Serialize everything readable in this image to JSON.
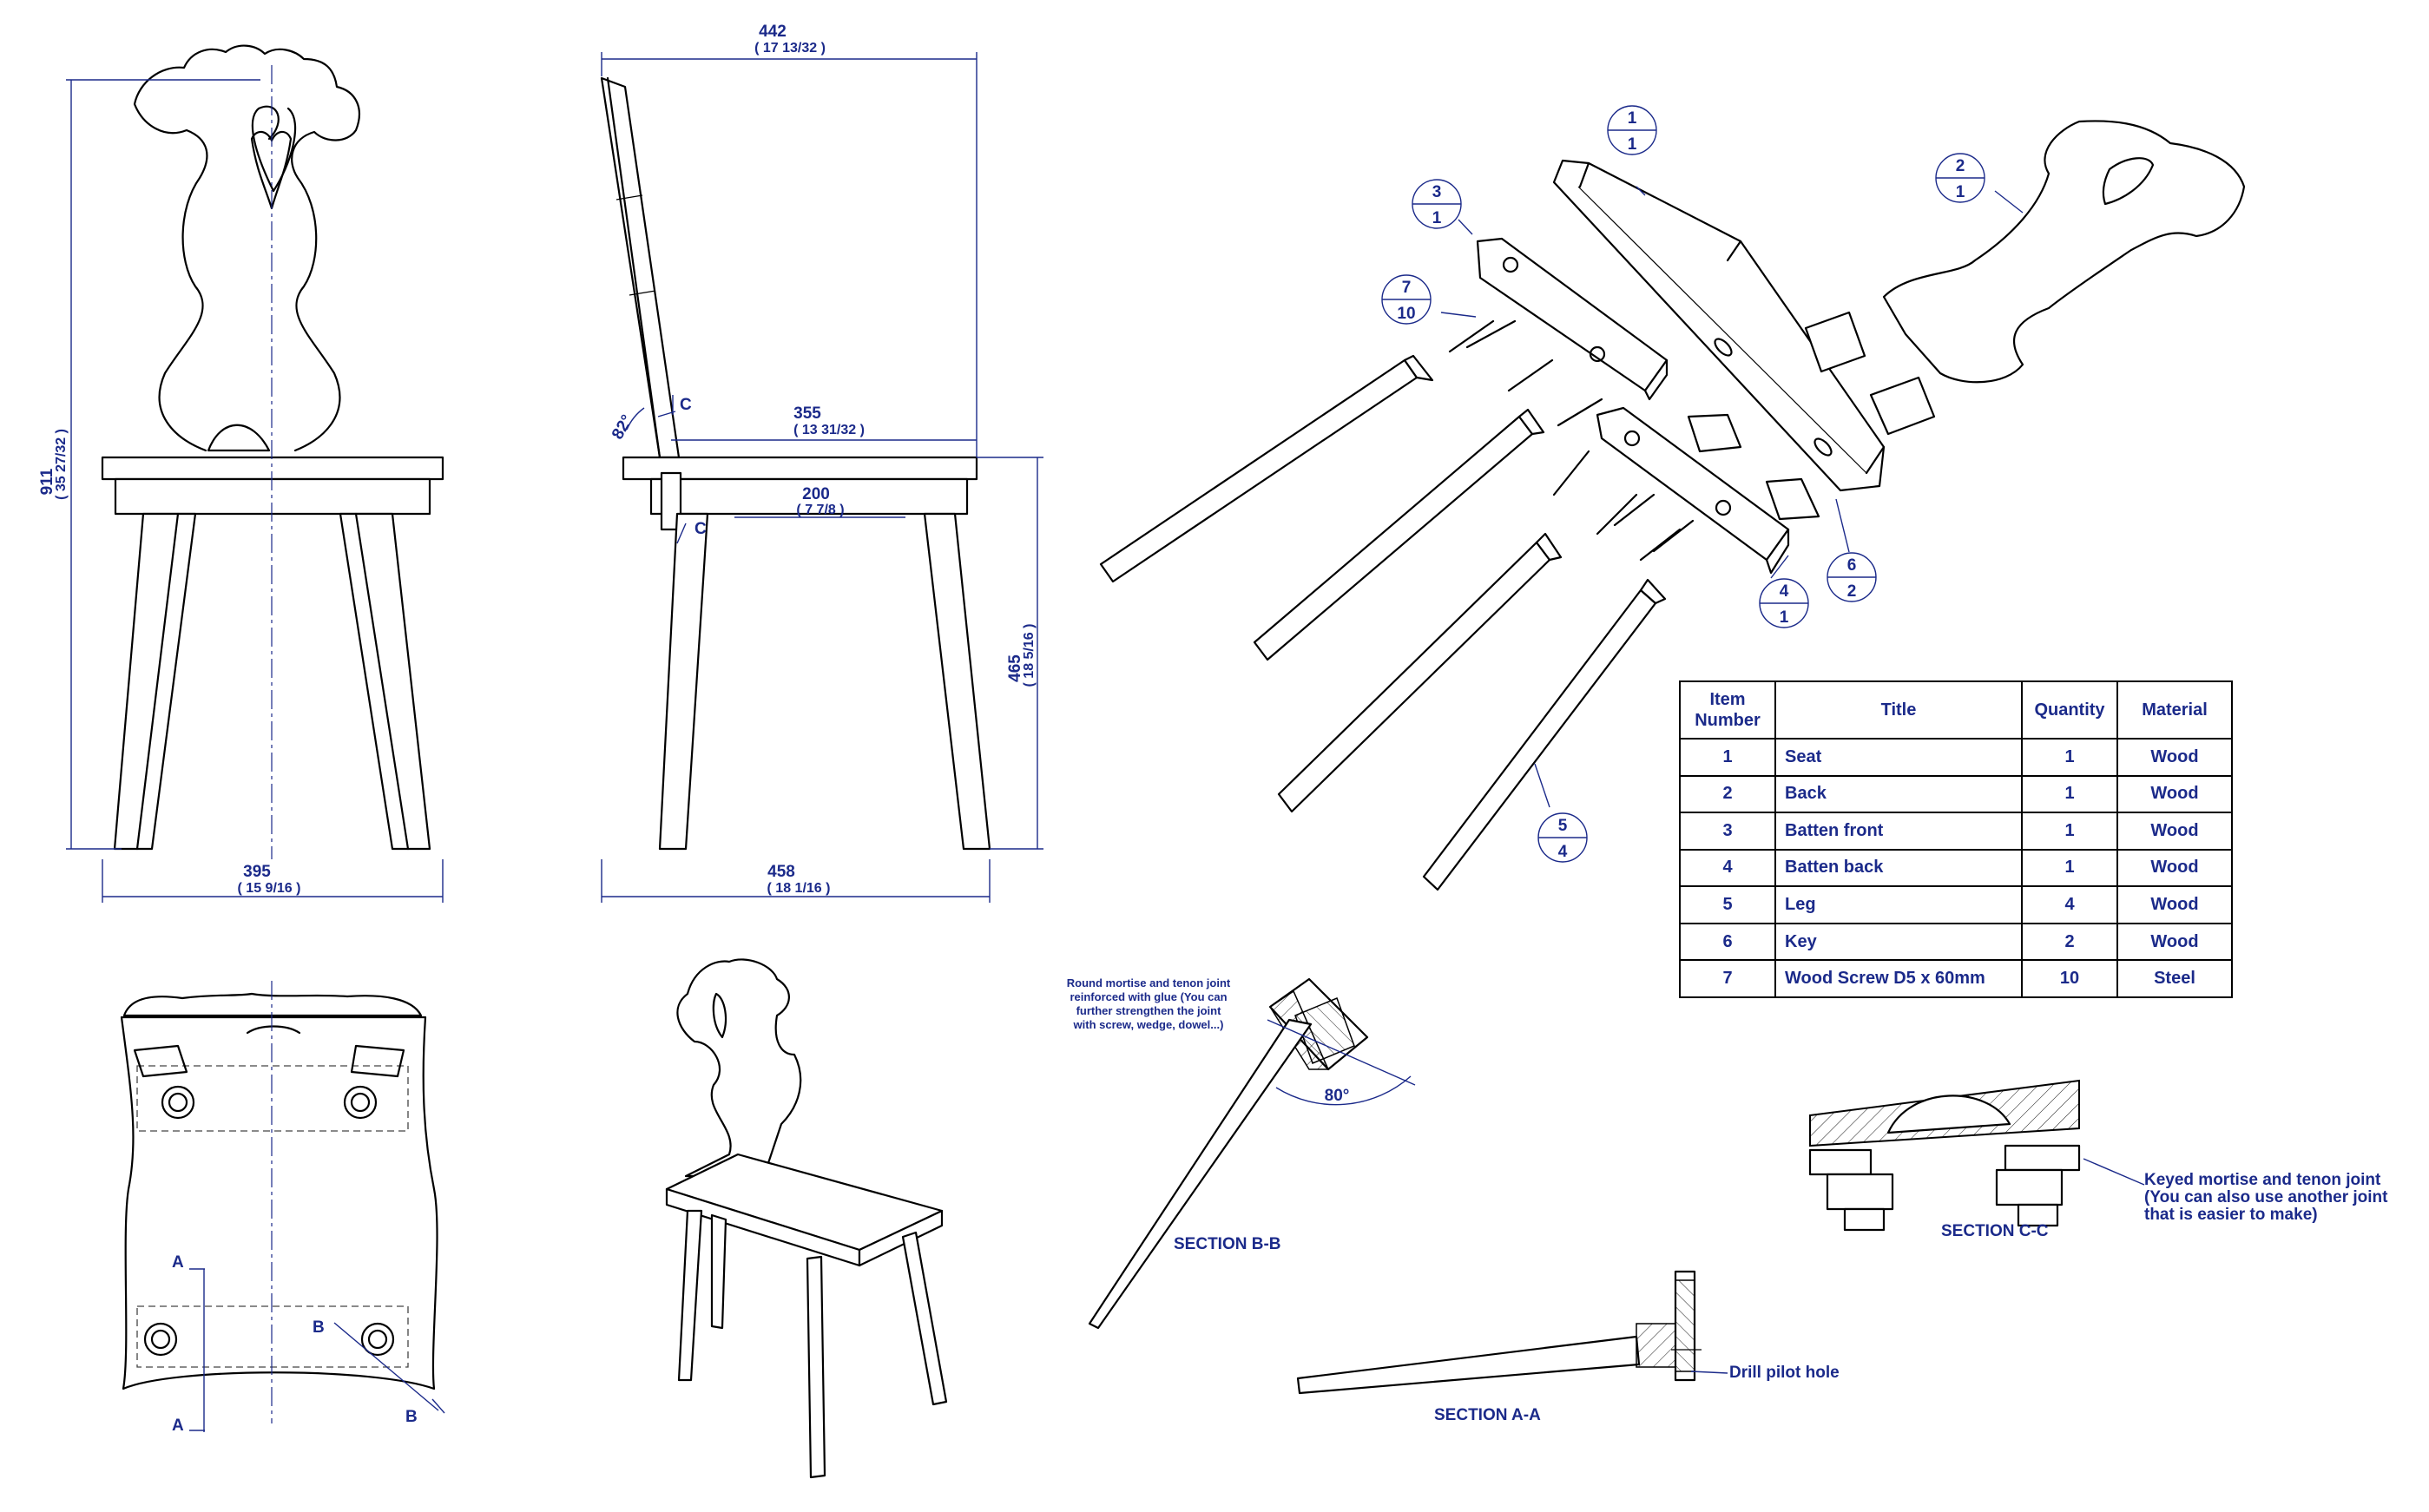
{
  "dims": {
    "d442": "442",
    "d442_in": "( 17 13/32 )",
    "d355": "355",
    "d355_in": "( 13 31/32 )",
    "d200": "200",
    "d200_in": "( 7 7/8 )",
    "d395": "395",
    "d395_in": "( 15 9/16 )",
    "d458": "458",
    "d458_in": "( 18 1/16 )",
    "d911": "911",
    "d911_in": "( 35 27/32 )",
    "d465": "465",
    "d465_in": "( 18 5/16 )",
    "angle82": "82°",
    "angle80": "80°"
  },
  "marks": {
    "a": "A",
    "b": "B",
    "c": "C"
  },
  "balloons": [
    {
      "item": "1",
      "qty": "1"
    },
    {
      "item": "2",
      "qty": "1"
    },
    {
      "item": "3",
      "qty": "1"
    },
    {
      "item": "7",
      "qty": "10"
    },
    {
      "item": "4",
      "qty": "1"
    },
    {
      "item": "6",
      "qty": "2"
    },
    {
      "item": "5",
      "qty": "4"
    }
  ],
  "bom": {
    "headers": [
      "Item Number",
      "Title",
      "Quantity",
      "Material"
    ],
    "rows": [
      [
        "1",
        "Seat",
        "1",
        "Wood"
      ],
      [
        "2",
        "Back",
        "1",
        "Wood"
      ],
      [
        "3",
        "Batten front",
        "1",
        "Wood"
      ],
      [
        "4",
        "Batten back",
        "1",
        "Wood"
      ],
      [
        "5",
        "Leg",
        "4",
        "Wood"
      ],
      [
        "6",
        "Key",
        "2",
        "Wood"
      ],
      [
        "7",
        "Wood Screw D5 x 60mm",
        "10",
        "Steel"
      ]
    ]
  },
  "captions": {
    "bb": "SECTION B-B",
    "aa": "SECTION A-A",
    "cc": "SECTION C-C"
  },
  "notes": {
    "round_mortise": [
      "Round mortise and tenon joint",
      "reinforced with glue (You can",
      "further strengthen the joint",
      "with screw, wedge, dowel...)"
    ],
    "keyed": [
      "Keyed mortise and tenon joint",
      "(You can also use another joint",
      "that is easier to make)"
    ],
    "drill": "Drill pilot hole"
  }
}
